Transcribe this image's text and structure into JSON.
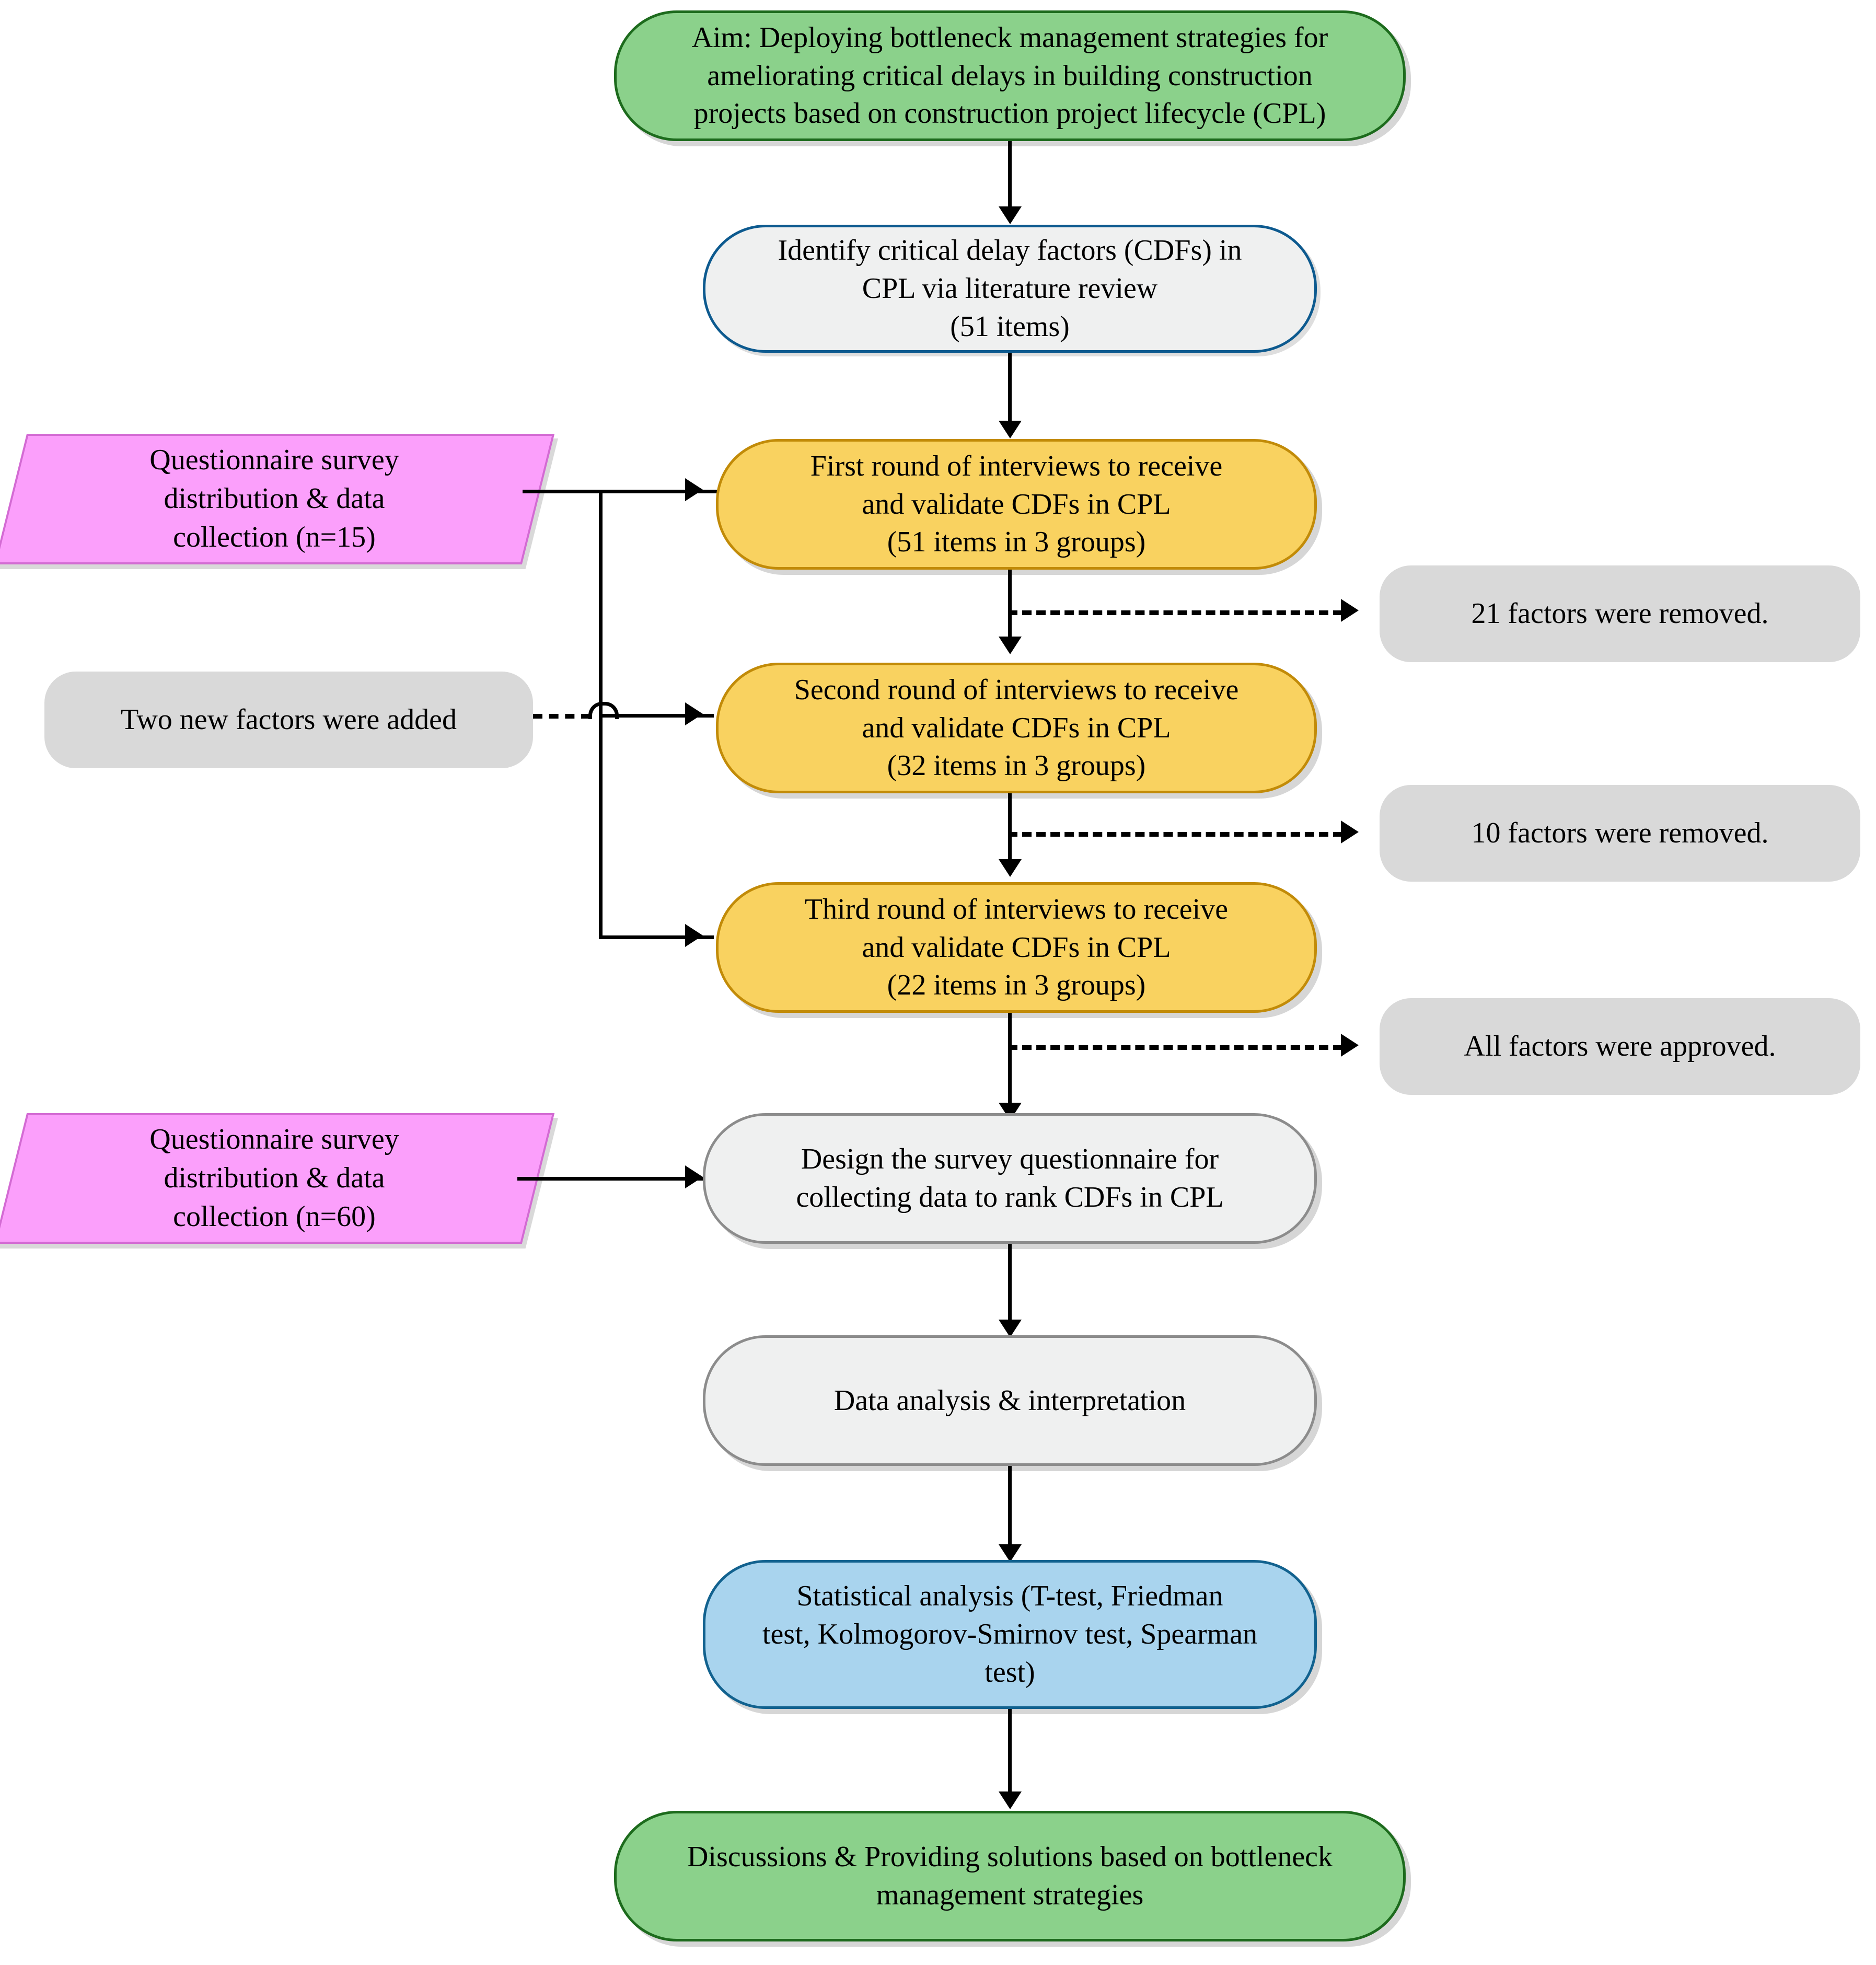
{
  "diagram": {
    "title": "Research methodology flowchart for bottleneck management strategies",
    "colors": {
      "green": "#8BD18B",
      "green_border": "#1d6b1d",
      "yellow": "#F9D260",
      "yellow_border": "#C28B08",
      "pink": "#FB9FFB",
      "pink_border": "#d36bd3",
      "gray_fill": "#d9d9d9",
      "light_gray": "#eff0f0",
      "gray_border": "#8c8c8c",
      "blue_border": "#0d5a8f",
      "light_blue": "#A9D4EE",
      "light_blue_border": "#12628f",
      "line": "#000000"
    },
    "nodes": {
      "aim": "Aim: Deploying bottleneck management strategies for\nameliorating critical delays in building construction\nprojects based on construction project lifecycle (CPL)",
      "identify": "Identify critical delay factors (CDFs) in\nCPL via literature review\n(51 items)",
      "survey15": "Questionnaire survey\ndistribution & data\ncollection (n=15)",
      "round1": "First round of interviews to receive\nand validate CDFs in CPL\n(51 items in 3 groups)",
      "removed21": "21 factors were removed.",
      "twoadded": "Two new factors were added",
      "round2": "Second round of interviews to receive\nand validate CDFs in CPL\n(32 items in 3 groups)",
      "removed10": "10 factors were removed.",
      "round3": "Third round of interviews to receive\nand validate CDFs in CPL\n(22 items in 3 groups)",
      "approved": "All factors were approved.",
      "survey60": "Questionnaire survey\ndistribution & data\ncollection (n=60)",
      "design": "Design the survey questionnaire for\ncollecting data to rank CDFs in CPL",
      "analysis": "Data analysis & interpretation",
      "statistical": "Statistical analysis (T-test, Friedman\ntest, Kolmogorov-Smirnov test, Spearman\ntest)",
      "discussions": "Discussions & Providing solutions based on bottleneck\nmanagement strategies"
    }
  }
}
